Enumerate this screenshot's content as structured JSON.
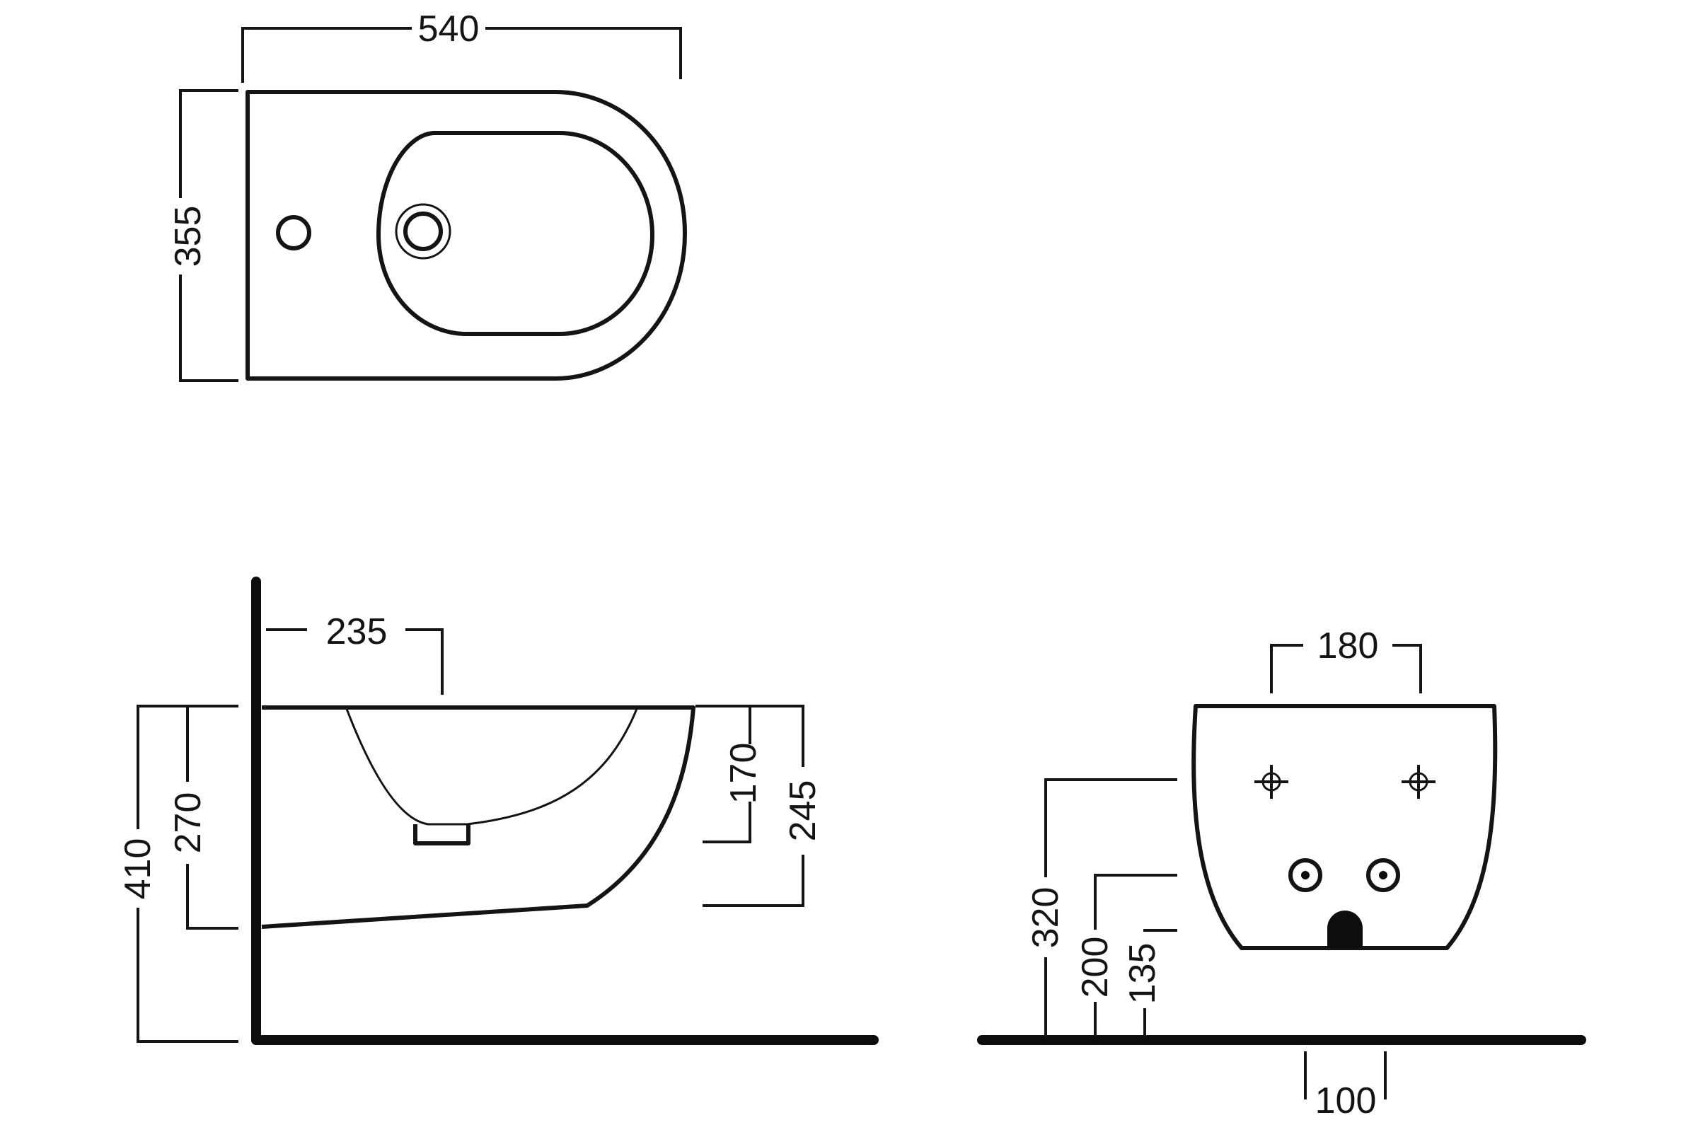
{
  "drawing": {
    "top_view": {
      "width_label": "540",
      "depth_label": "355"
    },
    "side_view": {
      "depth_label": "235",
      "total_height_label": "410",
      "body_height_label": "270",
      "inner_depth_label": "170",
      "back_height_label": "245"
    },
    "back_view": {
      "bolt_spacing_label": "180",
      "inlet_height_label": "320",
      "outlet_height_label": "200",
      "drain_height_label": "135",
      "drain_width_label": "100"
    }
  }
}
